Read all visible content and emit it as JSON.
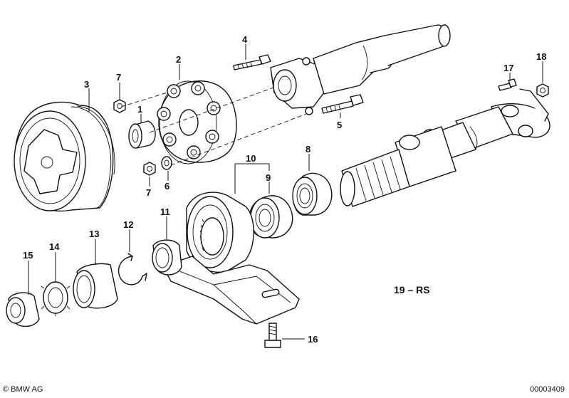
{
  "callouts": {
    "c1": "1",
    "c2": "2",
    "c3": "3",
    "c4": "4",
    "c5": "5",
    "c6": "6",
    "c7a": "7",
    "c7b": "7",
    "c8": "8",
    "c9": "9",
    "c10": "10",
    "c11": "11",
    "c12": "12",
    "c13": "13",
    "c14": "14",
    "c15": "15",
    "c16": "16",
    "c17": "17",
    "c18": "18"
  },
  "reference_label": "19 – RS",
  "footer": {
    "copyright_symbol": "©",
    "brand": "BMW AG",
    "code": "00003409"
  }
}
